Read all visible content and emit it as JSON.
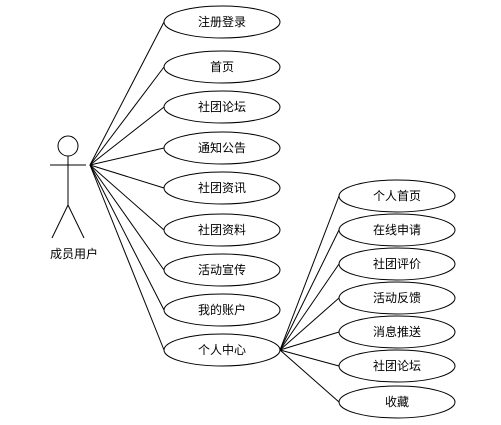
{
  "actor": {
    "label": "成员用户"
  },
  "main_use_cases": [
    {
      "id": "register",
      "label": "注册登录"
    },
    {
      "id": "home",
      "label": "首页"
    },
    {
      "id": "forum",
      "label": "社团论坛"
    },
    {
      "id": "notice",
      "label": "通知公告"
    },
    {
      "id": "news",
      "label": "社团资讯"
    },
    {
      "id": "materials",
      "label": "社团资料"
    },
    {
      "id": "promotion",
      "label": "活动宣传"
    },
    {
      "id": "account",
      "label": "我的账户"
    },
    {
      "id": "personal-center",
      "label": "个人中心"
    }
  ],
  "sub_use_cases": [
    {
      "id": "personal-home",
      "label": "个人首页"
    },
    {
      "id": "online-apply",
      "label": "在线申请"
    },
    {
      "id": "club-review",
      "label": "社团评价"
    },
    {
      "id": "activity-feedback",
      "label": "活动反馈"
    },
    {
      "id": "message-push",
      "label": "消息推送"
    },
    {
      "id": "sub-forum",
      "label": "社团论坛"
    },
    {
      "id": "favorites",
      "label": "收藏"
    }
  ]
}
